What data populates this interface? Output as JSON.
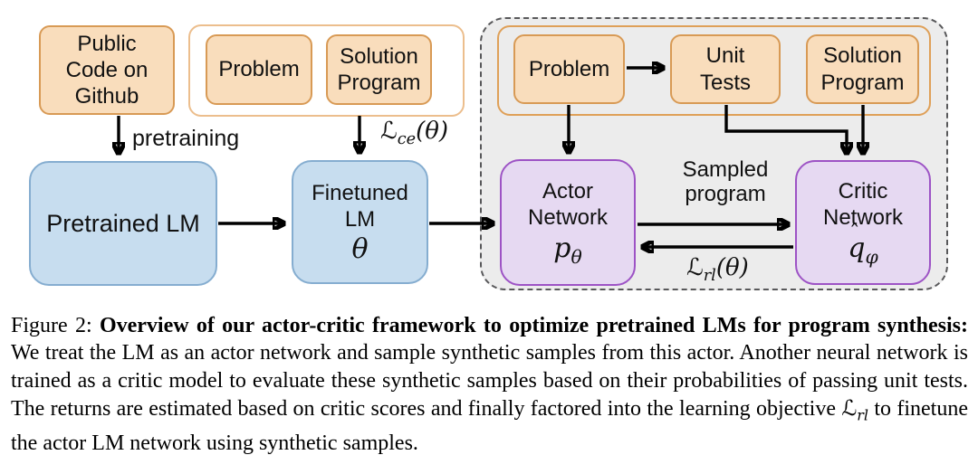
{
  "figure": {
    "caption": {
      "label": "Figure 2: ",
      "bold_heading": "Overview of our actor-critic framework to optimize pretrained LMs for program synthesis:",
      "body_before_math": " We treat the LM as an actor network and sample synthetic samples from this actor. Another neural network is trained as a critic model to evaluate these synthetic samples based on their probabilities of passing unit tests. The returns are estimated based on critic scores and finally factored into the learning objective ",
      "math_symbol": "ℒ",
      "math_sub": "rl",
      "body_after_math": " to finetune the actor LM network using synthetic samples."
    }
  },
  "diagram": {
    "boxes": {
      "public_code": "Public\nCode on\nGithub",
      "problem_left": "Problem",
      "solution_left": "Solution\nProgram",
      "problem_right": "Problem",
      "unit_tests": "Unit\nTests",
      "solution_right": "Solution\nProgram",
      "pretrained_lm": "Pretrained LM",
      "finetuned_lm": "Finetuned\nLM",
      "finetuned_symbol": "θ",
      "actor": "Actor\nNetwork",
      "actor_symbol": "p",
      "actor_symbol_sub": "θ",
      "critic": "Critic\nNetwork",
      "critic_symbol": "q",
      "critic_symbol_hat": "ˆ",
      "critic_symbol_sub": "φ"
    },
    "edge_labels": {
      "pretraining": "pretraining",
      "loss_ce_symbol": "ℒ",
      "loss_ce_sub": "ce",
      "loss_ce_rest": "(θ)",
      "sampled_program": "Sampled\nprogram",
      "loss_rl_symbol": "ℒ",
      "loss_rl_sub": "rl",
      "loss_rl_rest": "(θ)"
    },
    "colors": {
      "orange_fill": "#f9ddbc",
      "orange_border": "#d89a55",
      "light_container_border": "#ecbe8d",
      "blue_fill": "#c7ddef",
      "blue_border": "#85add0",
      "purple_fill": "#e6d9f2",
      "purple_border": "#9d53c5",
      "gray_region_fill": "#ececec",
      "dashed_border": "#58585a",
      "arrow": "#000000"
    }
  }
}
